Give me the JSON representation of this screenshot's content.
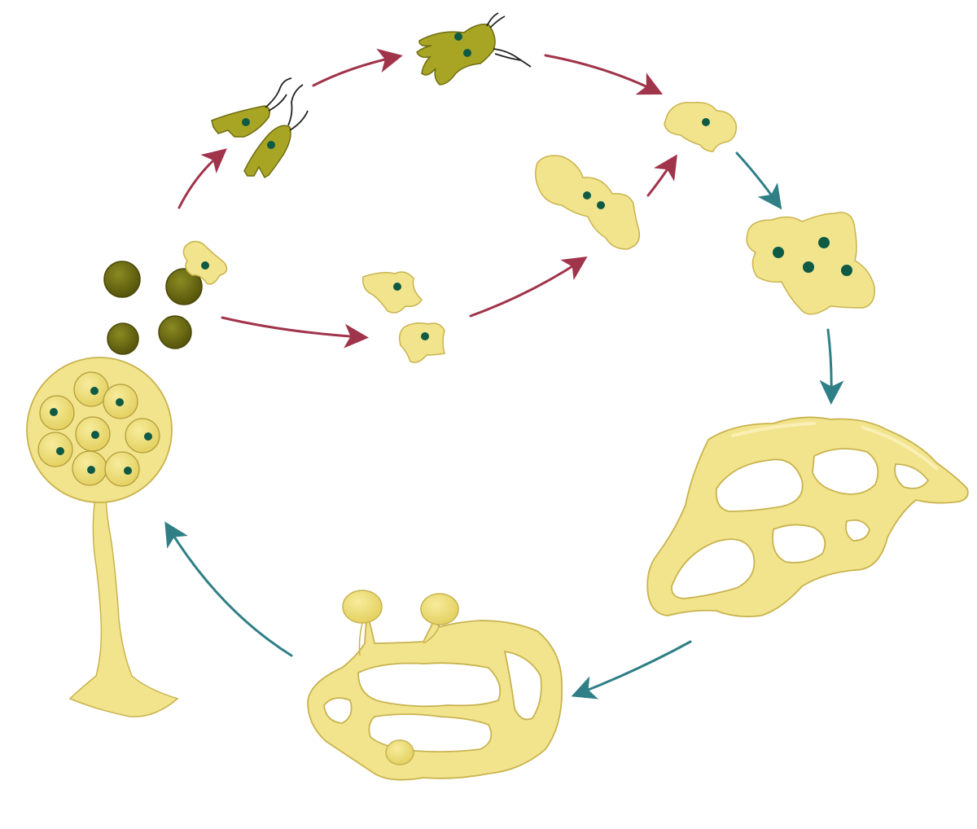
{
  "colors": {
    "background": "#ffffff",
    "plasmodium_fill": "#f2e48c",
    "plasmodium_stroke": "#c9b34e",
    "plasmodium_highlight": "#fbf3c0",
    "flagellate_fill": "#a8a524",
    "flagellate_stroke": "#6f6d12",
    "spore_fill": "#6b6a14",
    "spore_stroke": "#4a4908",
    "nucleus": "#0e5a45",
    "arrow_haploid": "#a0344a",
    "arrow_diploid": "#2f7f86",
    "flagellum": "#222222"
  },
  "stages": [
    {
      "name": "spores",
      "count": 4
    },
    {
      "name": "germinating-amoeba",
      "count": 1
    },
    {
      "name": "swarm-cells-flagellated",
      "count": 2
    },
    {
      "name": "fusing-flagellated-gametes",
      "count": 1
    },
    {
      "name": "myxamoebae",
      "count": 2
    },
    {
      "name": "fusing-amoebae",
      "count": 1
    },
    {
      "name": "zygote",
      "count": 1
    },
    {
      "name": "multinucleate-plasmodium",
      "count": 1
    },
    {
      "name": "mature-plasmodium",
      "count": 1
    },
    {
      "name": "plasmodium-forming-sporangia",
      "count": 1
    },
    {
      "name": "sporangium",
      "count": 1
    }
  ]
}
